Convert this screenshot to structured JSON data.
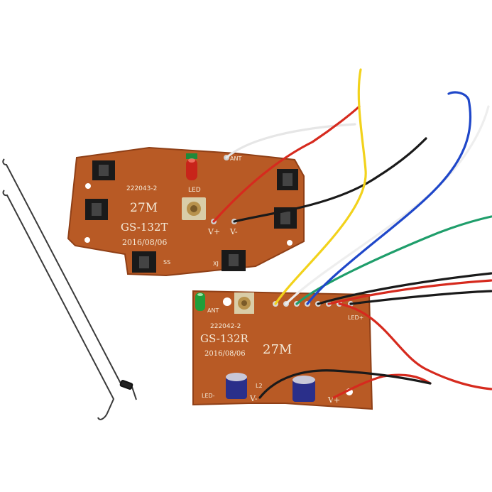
{
  "transmitter": {
    "code": "222043-2",
    "frequency": "27M",
    "model": "GS-132T",
    "date": "2016/08/06",
    "labels": {
      "ant": "ANT",
      "led": "LED",
      "v_plus": "V+",
      "v_minus": "V-",
      "ss": "SS",
      "xj": "XJ"
    }
  },
  "receiver": {
    "code": "222042-2",
    "frequency": "27M",
    "model": "GS-132R",
    "date": "2016/08/06",
    "labels": {
      "ant": "ANT",
      "led_plus": "LED+",
      "led_minus": "LED-",
      "v_plus": "V+",
      "v_minus": "V-",
      "l2": "L2"
    }
  },
  "colors": {
    "board": "#b85a25",
    "board_edge": "#8f3f16",
    "silkscreen": "#f4ead8",
    "wire_red": "#d62a1e",
    "wire_black": "#1a1a1a",
    "wire_yellow": "#f2d21b",
    "wire_white": "#eeeeee",
    "wire_blue": "#1f47c9",
    "wire_green": "#1f9e6b",
    "antenna": "#333333"
  }
}
